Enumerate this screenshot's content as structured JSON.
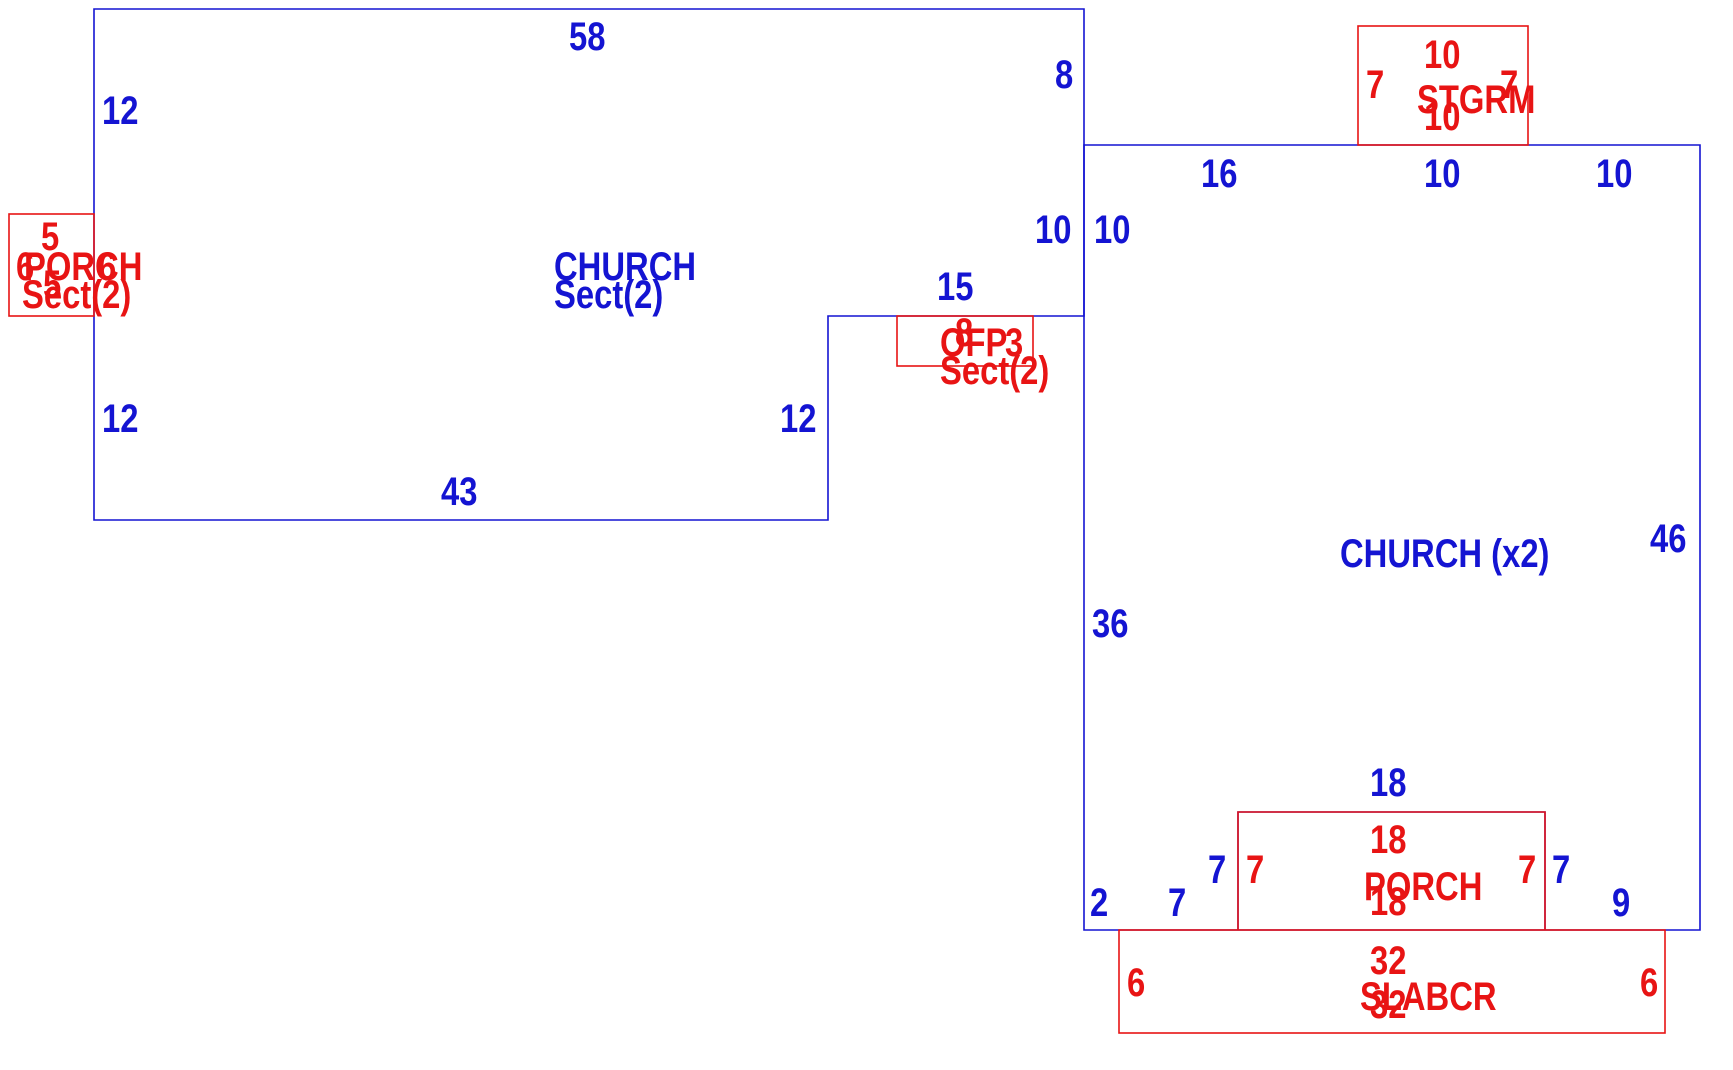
{
  "colors": {
    "main_outline": "#1414d2",
    "addition_outline": "#e81414",
    "background": "#ffffff"
  },
  "church_west": {
    "label": "CHURCH",
    "sublabel": "Sect(2)",
    "dimensions": {
      "top": "58",
      "left_upper": "12",
      "left_lower": "12",
      "right_top": "8",
      "right_mid": "10",
      "step_top": "15",
      "step_side": "12",
      "bottom": "43"
    }
  },
  "church_east": {
    "label": "CHURCH (x2)",
    "dimensions": {
      "top_left": "16",
      "top_mid": "10",
      "top_right": "10",
      "left_upper": "10",
      "left_lower": "36",
      "right": "46",
      "bottom_left_short": "2",
      "bottom_left": "7",
      "porch_left": "7",
      "porch_top": "18",
      "porch_right": "7",
      "bottom_right": "9"
    }
  },
  "porch_west": {
    "label": "PORCH",
    "sublabel": "Sect(2)",
    "dimensions": {
      "top": "5",
      "left": "6",
      "right": "6",
      "bottom": "5"
    }
  },
  "ofp": {
    "label": "OFP",
    "sublabel": "Sect(2)",
    "dimensions": {
      "top": "8",
      "right": "3"
    }
  },
  "stgrm": {
    "label": "STGRM",
    "dimensions": {
      "top": "10",
      "left": "7",
      "right": "7",
      "bottom": "10"
    }
  },
  "porch_east": {
    "label": "PORCH",
    "dimensions": {
      "top": "18",
      "left": "7",
      "right": "7",
      "bottom": "18"
    }
  },
  "slabcr": {
    "label": "SLABCR",
    "dimensions": {
      "top": "32",
      "left": "6",
      "right": "6",
      "bottom": "32"
    }
  }
}
